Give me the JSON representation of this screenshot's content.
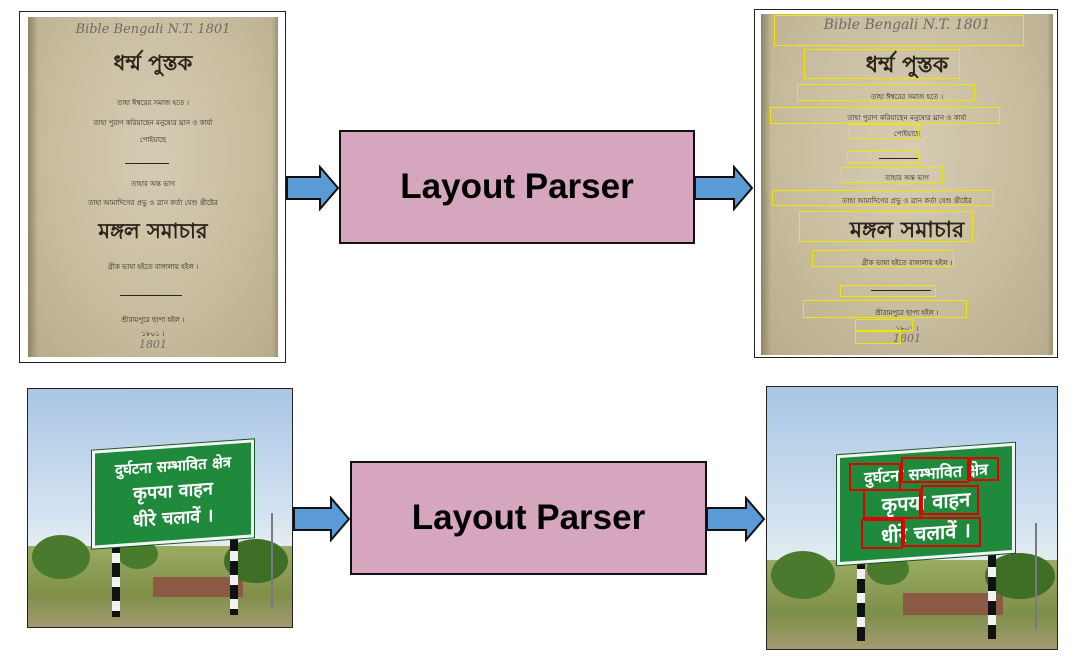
{
  "parser_label": "Layout Parser",
  "colors": {
    "parser_fill": "#d5a6bd",
    "arrow_fill": "#5b9bd5",
    "document_box": "#f2e600",
    "sign_box": "#e00000",
    "sign_green": "#1f8a3c"
  },
  "document": {
    "pencil_note": "Bible Bengali N.T. 1801",
    "title": "ধর্ম্ম পুস্তক",
    "line1": "তাহা ঈশ্বরের সমাজ হতে ।",
    "line2": "তাহা পুরাণ করিয়াছেন মনুষ্যের ঘ্রান ও কার্য্য",
    "line3": "পোইয়াছে",
    "line4": "তাহার অন্ত ভাগ",
    "line5": "তাহা আমাদিগের প্রভু ও ত্রান কর্তা যেশু খ্রীষ্টের",
    "heading": "মঙ্গল সমাচার",
    "line6": "গ্রীক ভাষা হইতে বাঙ্গালায় হইল ।",
    "line7": "শ্রীরামপুরে ছাপা হইল ।",
    "line8": "১৮০১ ।",
    "year_note": "1801"
  },
  "sign": {
    "line1_words": [
      "दुर्घटना",
      "सम्भावित",
      "क्षेत्र"
    ],
    "line2_words": [
      "कृपया",
      "वाहन"
    ],
    "line3_words": [
      "धीरे",
      "चलावें",
      "।"
    ]
  }
}
